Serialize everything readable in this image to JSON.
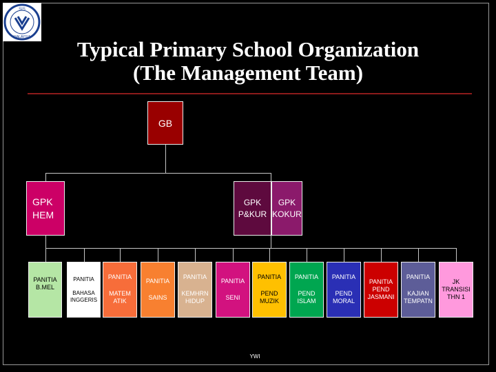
{
  "logo": {
    "text": "SIS",
    "subtext": "MALAYSIA"
  },
  "title": {
    "line1": "Typical Primary School Organization",
    "line2": "(The Management Team)"
  },
  "nodes": {
    "gb": "GB",
    "gpk_hem": {
      "line1": "GPK",
      "line2": "HEM"
    },
    "gpk_pkur": {
      "line1": "GPK",
      "line2": "P&KUR"
    },
    "gpk_kokur": {
      "line1": "GPK",
      "line2": "KOKUR"
    }
  },
  "panitia": [
    {
      "top": "PANITIA",
      "bottom": "B.MEL",
      "color": "#b5e6a5"
    },
    {
      "top": "PANITIA",
      "bottom": "BAHASA INGGERIS",
      "color": "#ffffff"
    },
    {
      "top": "PANITIA",
      "bottom": "MATEM ATIK",
      "color": "#f76d3a"
    },
    {
      "top": "PANITIA",
      "bottom": "SAINS",
      "color": "#f88030"
    },
    {
      "top": "PANITIA",
      "bottom": "KEMHRN HIDUP",
      "color": "#d8b290"
    },
    {
      "top": "PANITIA",
      "bottom": "SENI",
      "color": "#d2127f"
    },
    {
      "top": "PANITIA",
      "bottom": "PEND MUZIK",
      "color": "#ffc000"
    },
    {
      "top": "PANITIA",
      "bottom": "PEND ISLAM",
      "color": "#00a650"
    },
    {
      "top": "PANITIA",
      "bottom": "PEND MORAL",
      "color": "#2a2fb5"
    },
    {
      "top": "PANITIA PEND JASMANI",
      "color": "#cc0000"
    },
    {
      "top": "PANITIA",
      "bottom": "KAJIAN TEMPATN",
      "color": "#5d5d98"
    },
    {
      "top": "JK TRANSISI THN 1",
      "color": "#ff99dd"
    }
  ],
  "footer": "YWI"
}
